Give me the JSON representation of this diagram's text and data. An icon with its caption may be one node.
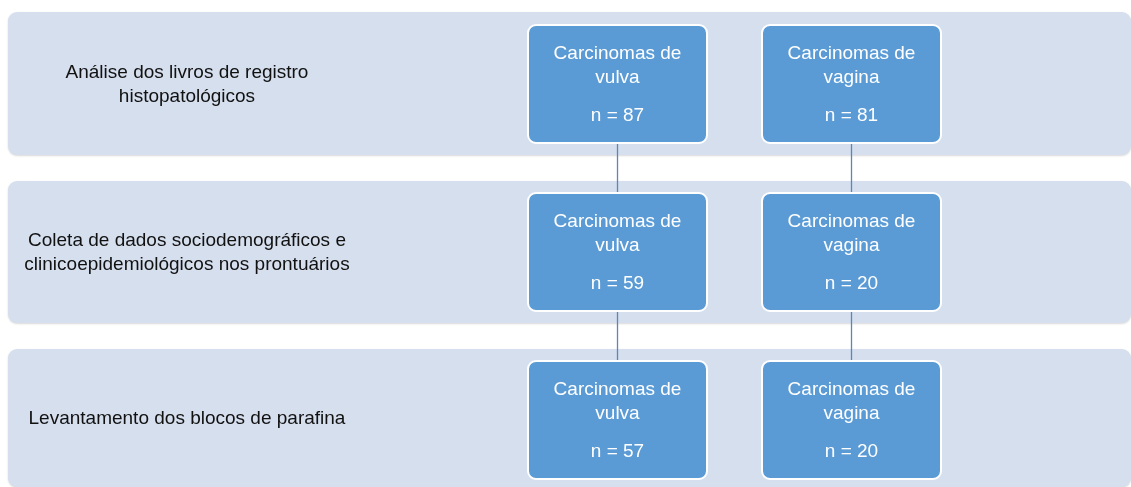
{
  "diagram": {
    "nodes": [
      {
        "text": [
          "Análise dos livros de registro histopatológicos"
        ]
      },
      {
        "text": [
          "Carcinomas de vulva",
          "n = 87"
        ],
        "in": 0
      },
      {
        "text": [
          "Carcinomas de vagina",
          "n = 81"
        ],
        "in": 0
      },
      {
        "text": [
          "Coleta de dados sociodemográficos e clinicoepidemiológicos nos prontuários"
        ]
      },
      {
        "text": [
          "Carcinomas de vulva",
          "n = 59"
        ],
        "in": 3
      },
      {
        "text": [
          "Carcinomas de vagina",
          "n = 20"
        ],
        "in": 3
      },
      {
        "text": [
          "Levantamento dos blocos de parafina"
        ]
      },
      {
        "text": [
          "Carcinomas de vulva",
          "n = 57"
        ],
        "in": 6
      },
      {
        "text": [
          "Carcinomas de vagina",
          "n = 20"
        ],
        "in": 6
      }
    ],
    "edges": [
      {
        "from": 1,
        "to": 4,
        "arrow": "none"
      },
      {
        "from": 4,
        "to": 7,
        "arrow": "none"
      },
      {
        "from": 2,
        "to": 5,
        "arrow": "none"
      },
      {
        "from": 5,
        "to": 8,
        "arrow": "none"
      }
    ]
  }
}
